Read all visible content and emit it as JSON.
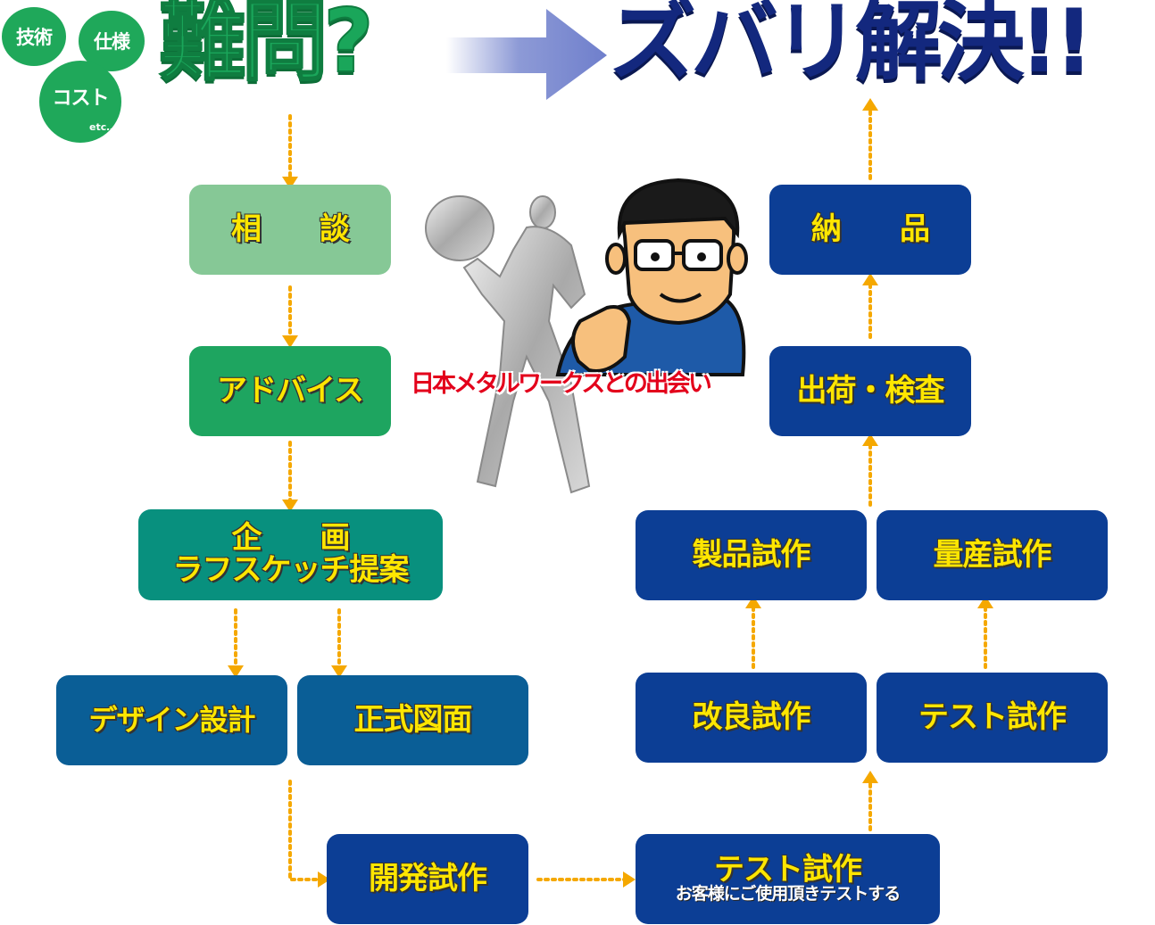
{
  "bubbles": {
    "tech": "技術",
    "spec": "仕様",
    "cost": "コスト",
    "etc": "etc‥"
  },
  "headline": {
    "problem": "難問?",
    "solution": "ズバリ解決!!"
  },
  "badge": "日本メタルワークスとの出会い",
  "steps": {
    "consult": "相　　談",
    "advice": "アドバイス",
    "plan_line1": "企　　画",
    "plan_line2": "ラフスケッチ提案",
    "design": "デザイン設計",
    "drawing": "正式図面",
    "dev_proto": "開発試作",
    "test_proto_main": "テスト試作",
    "test_proto_sub": "お客様にご使用頂きテストする",
    "improve_proto": "改良試作",
    "test_proto2": "テスト試作",
    "product_proto": "製品試作",
    "mass_proto": "量産試作",
    "ship_inspect": "出荷・検査",
    "delivery": "納　　品"
  },
  "colors": {
    "arrow": "#f5a800",
    "green": "#1ea560",
    "navy": "#0c3e95",
    "yellow_text": "#ffe600"
  }
}
